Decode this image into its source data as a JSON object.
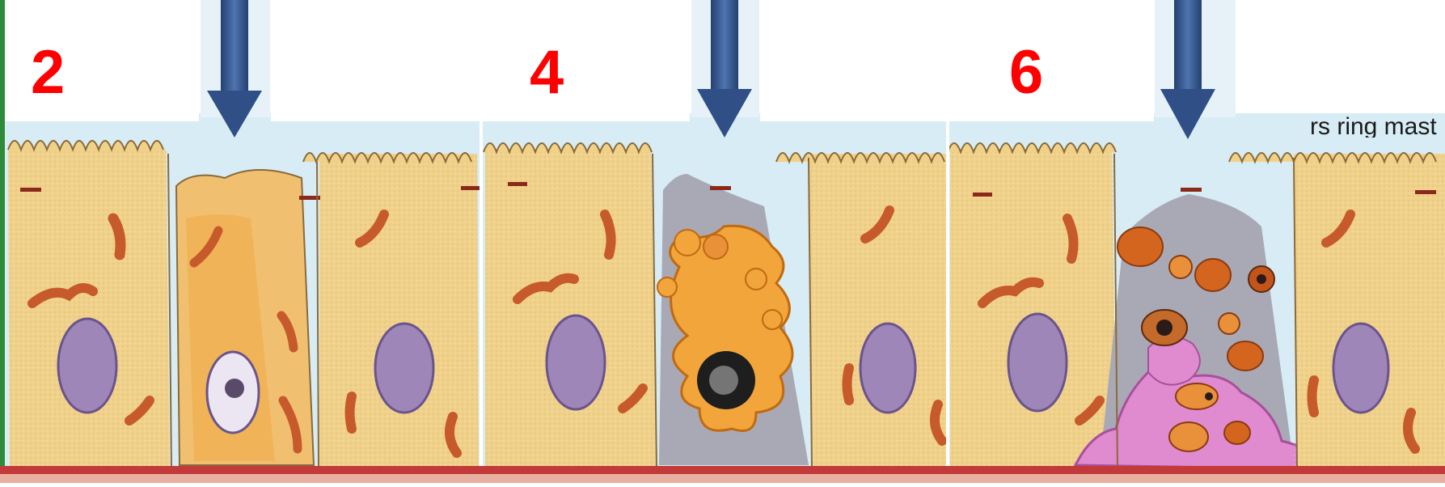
{
  "panels": [
    {
      "step": "2",
      "stage": "cell-swelling-early"
    },
    {
      "step": "4",
      "stage": "cell-blebbing-intermediate"
    },
    {
      "step": "6",
      "stage": "cell-fragmenting-late"
    }
  ],
  "corner_text": "rs ring mast",
  "colors": {
    "label_red": "#ff0000",
    "arrow_blue": "#2f4f86",
    "cell_cytoplasm": "#f0d18a",
    "nucleus_purple": "#9f86b8",
    "mitochondria_orange": "#c75a2a",
    "basement_membrane": "#c23a3a",
    "swollen_cell_orange": "#f2a53a",
    "apoptotic_body_pink": "#e08ad0",
    "grey_space": "#a9a9b5"
  },
  "icons": [
    "down-arrow-icon"
  ]
}
